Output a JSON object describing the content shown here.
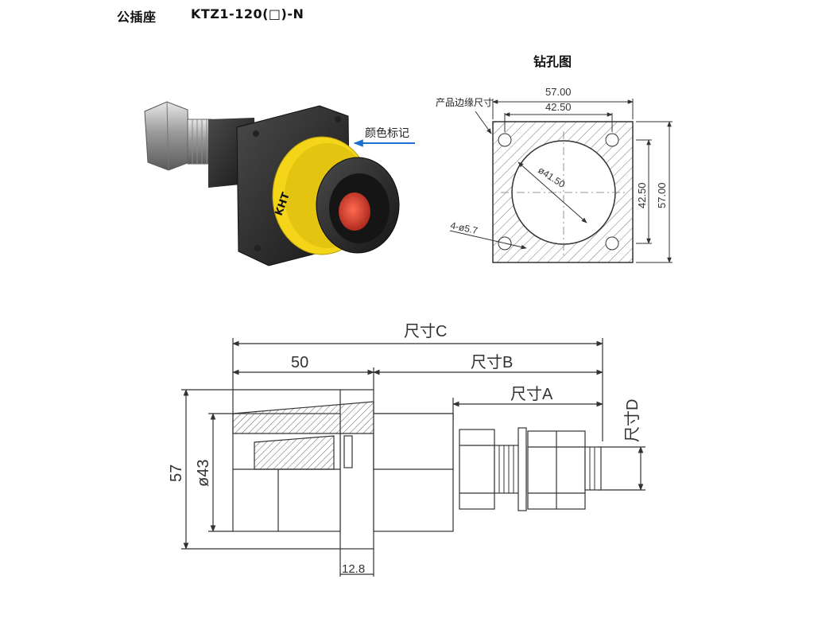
{
  "header": {
    "name": "公插座",
    "model": "KTZ1-120(□)-N"
  },
  "product_photo": {
    "color_mark_label": "颜色标记",
    "brand_text": "KHT",
    "accent_color": "#f4d51a",
    "body_color": "#2a2a2a",
    "contact_color": "#d63a2a",
    "arrow_color": "#1a6fd0"
  },
  "drill_diagram": {
    "title": "钻孔图",
    "outline_label": "产品边缘尺寸",
    "dims": {
      "outer_w": "57.00",
      "hole_spacing_w": "42.50",
      "outer_h": "57.00",
      "hole_spacing_h": "42.50",
      "bore": "ø41.50",
      "holes": "4-ø5.7"
    }
  },
  "side_view": {
    "dims": {
      "total": "尺寸C",
      "front_len": "50",
      "rear_len": "尺寸B",
      "thread_len": "尺寸A",
      "thread_dia": "尺寸D",
      "flange_h": "57",
      "body_dia": "ø43",
      "flange_thk": "12.8"
    }
  }
}
